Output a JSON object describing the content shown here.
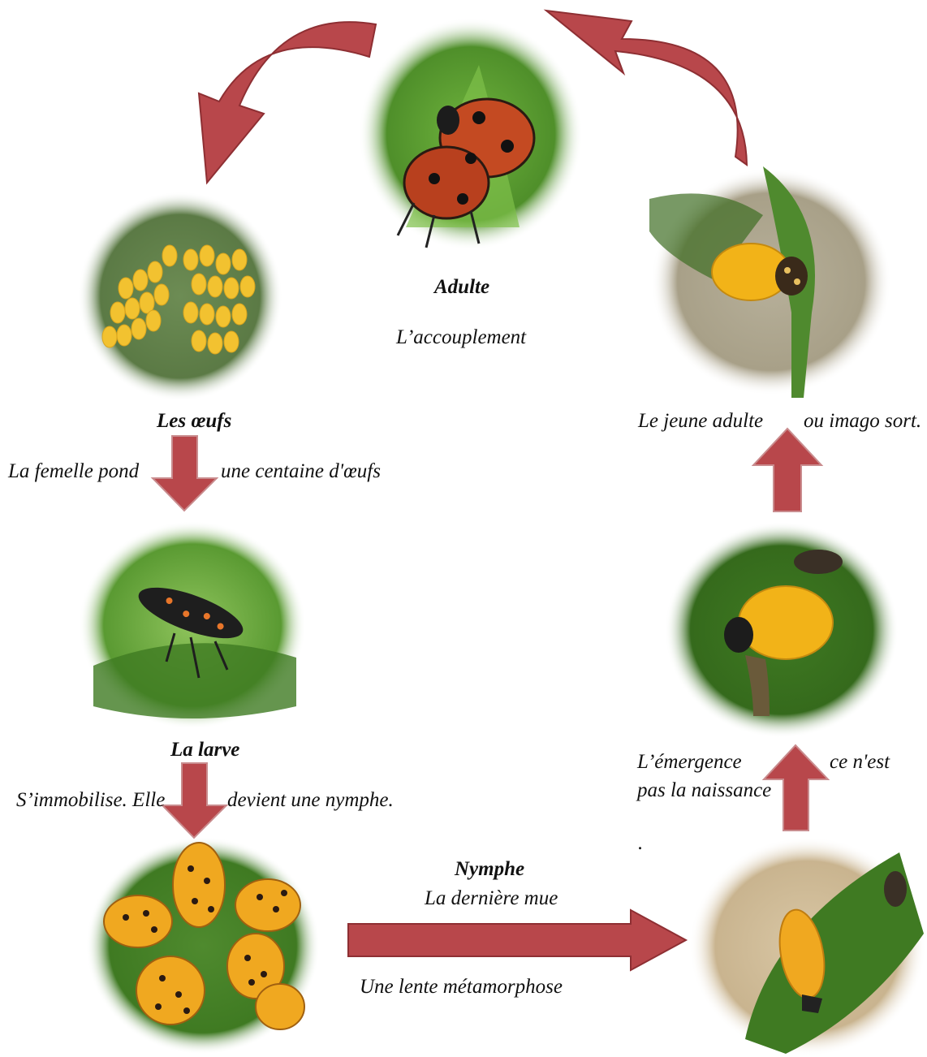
{
  "stages": {
    "adult": {
      "title": "Adulte",
      "caption": "L’accouplement"
    },
    "eggs": {
      "title": "Les œufs",
      "caption_left": "La femelle pond",
      "caption_right": "une centaine d'œufs"
    },
    "larva": {
      "title": "La larve",
      "caption_left": "S’immobilise. Elle",
      "caption_right": "devient une nymphe."
    },
    "pupa": {
      "title": "Nymphe",
      "caption_top": "La dernière mue",
      "caption_bottom": "Une lente métamorphose"
    },
    "emergence": {
      "caption_left_1": "L’émergence",
      "caption_left_2": "pas la naissance",
      "caption_right": "ce n'est",
      "dot": "."
    },
    "young_adult": {
      "caption_left": "Le jeune adulte",
      "caption_right": "ou imago sort."
    }
  },
  "colors": {
    "arrow": "#b8474b",
    "arrow_dark": "#8e2f33",
    "leaf": "#4f8a2e",
    "ladybird_red": "#c44a22",
    "egg_yellow": "#f2c230",
    "pupa_orange": "#f0a820"
  }
}
